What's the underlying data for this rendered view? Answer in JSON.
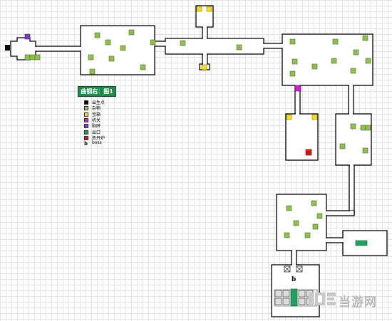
{
  "legend": {
    "title": "曲钢右：图1",
    "items": [
      {
        "key": "spawn",
        "label": "出生点",
        "color": "#000000"
      },
      {
        "key": "sundries",
        "label": "杂物",
        "color": "#8fbf4f"
      },
      {
        "key": "treasure",
        "label": "宝箱",
        "color": "#f0e020"
      },
      {
        "key": "switch",
        "label": "机关",
        "color": "#d020d0"
      },
      {
        "key": "trap",
        "label": "陷阱",
        "color": "#7a3fc0"
      },
      {
        "key": "exit",
        "label": "出口",
        "color": "#1fa060"
      },
      {
        "key": "alchemy_furnace",
        "label": "炼丹炉",
        "color": "#d01818"
      },
      {
        "key": "boss",
        "label": "boss",
        "letter": "b"
      }
    ]
  },
  "map": {
    "boss_marker": "b"
  },
  "watermark": {
    "text": "当游网",
    "logo_icon": "dangyou-logo-icon"
  },
  "colors": {
    "room_border": "#000000",
    "sundries": "#8fbf4f",
    "treasure": "#f0e020",
    "switch": "#d020d0",
    "trap": "#7a3fc0",
    "exit": "#1fa060",
    "furnace": "#d01818",
    "spawn": "#000000"
  }
}
